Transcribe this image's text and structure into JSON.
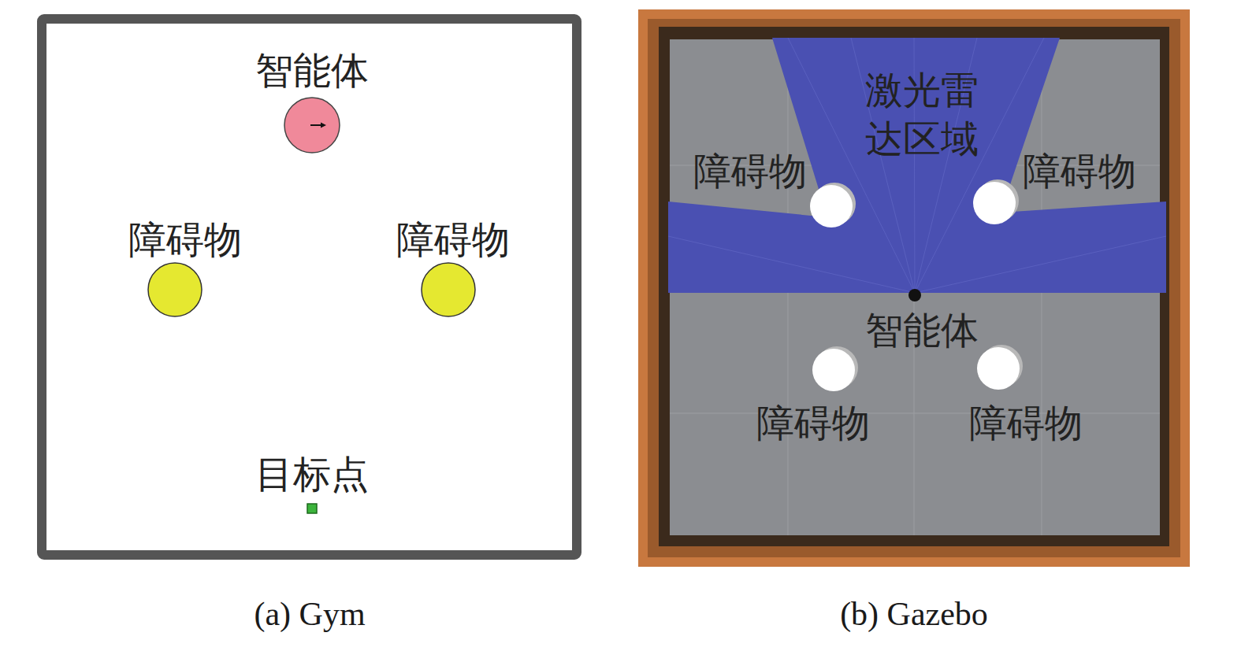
{
  "diagram": {
    "nodes": [
      {
        "text": [
          "(a) Gym"
        ]
      },
      {
        "text": [
          "智能体"
        ],
        "in": 0
      },
      {
        "text": [
          "障碍物"
        ],
        "in": 0
      },
      {
        "text": [
          "障碍物"
        ],
        "in": 0
      },
      {
        "text": [
          "目标点"
        ],
        "in": 0
      },
      {
        "text": [
          "(b) Gazebo"
        ]
      },
      {
        "text": [
          "激光雷达区域"
        ],
        "in": 5
      },
      {
        "text": [
          "障碍物"
        ],
        "in": 5
      },
      {
        "text": [
          "障碍物"
        ],
        "in": 5
      },
      {
        "text": [
          "智能体"
        ],
        "in": 5
      },
      {
        "text": [
          "障碍物"
        ],
        "in": 5
      },
      {
        "text": [
          "障碍物"
        ],
        "in": 5
      }
    ]
  }
}
